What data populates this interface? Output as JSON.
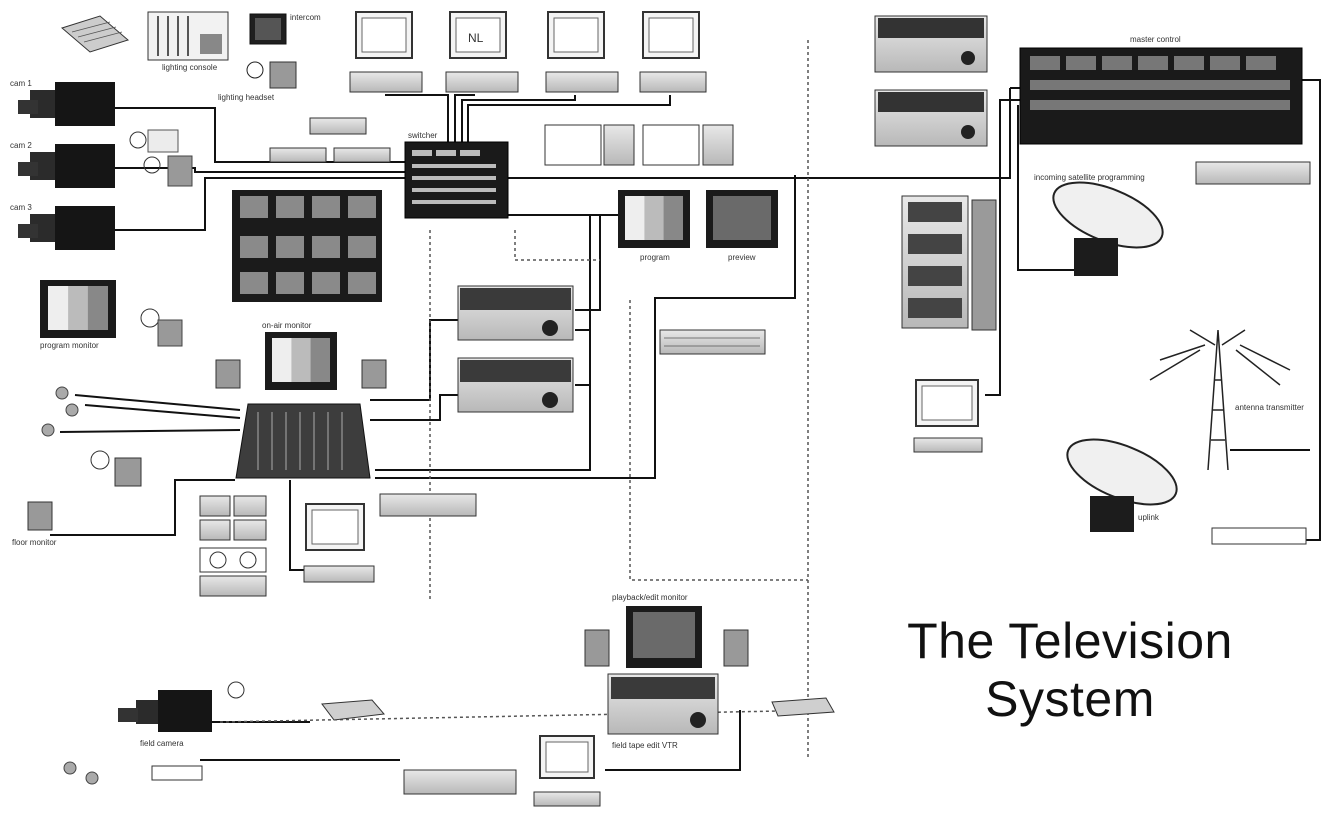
{
  "title": {
    "line1": "The Television",
    "line2": "System"
  },
  "colors": {
    "background": "#ffffff",
    "line": "#111111",
    "device_dark": "#1c1c1c",
    "device_mid": "#6e6e6e",
    "device_light": "#d9d9d9",
    "screen_gray": "#9a9a9a"
  },
  "labels": {
    "cam1": "cam 1",
    "cam2": "cam 2",
    "cam3": "cam 3",
    "program_monitor": "program monitor",
    "preview_monitor": "on-air monitor",
    "floor_monitor": "floor monitor",
    "program": "program",
    "preview": "preview",
    "master_control": "master control",
    "satellite": "incoming satellite programming",
    "tx_antenna": "antenna transmitter",
    "uplink": "uplink",
    "field_camera": "field camera",
    "playback": "playback/edit monitor",
    "edit_vtr": "field tape edit VTR",
    "switcher": "switcher"
  }
}
